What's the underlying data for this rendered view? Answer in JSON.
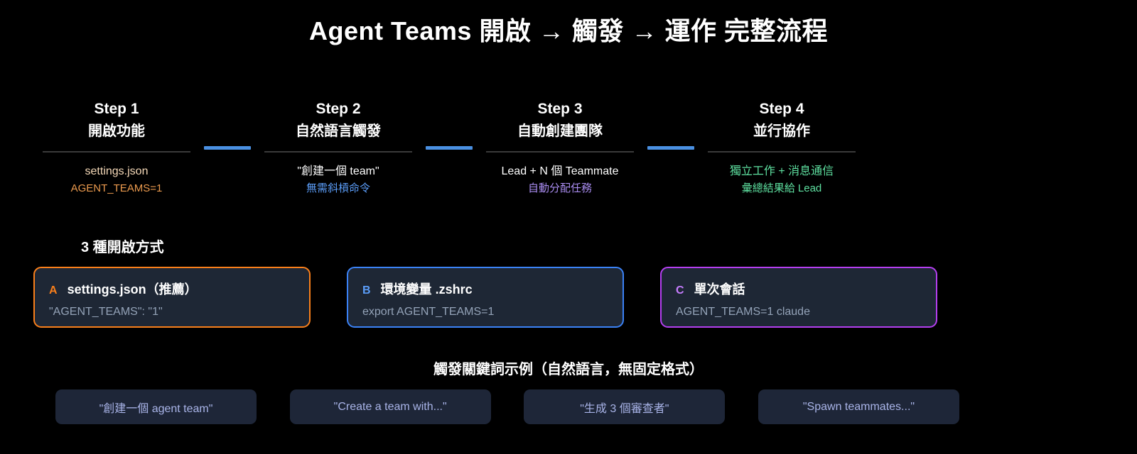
{
  "header": {
    "title": "Agent Teams 開啟 → 觸發 → 運作 完整流程"
  },
  "flow": {
    "connector_color": "#4a90e2",
    "steps": [
      {
        "step_label": "Step 1",
        "step_name": "開啟功能",
        "line1": "settings.json",
        "line2": "AGENT_TEAMS=1",
        "line1_color": "#f5d9b8",
        "line2_color": "#eb9a4e"
      },
      {
        "step_label": "Step 2",
        "step_name": "自然語言觸發",
        "line1": "\"創建一個 team\"",
        "line2": "無需斜槓命令",
        "line1_color": "#ffffff",
        "line2_color": "#5b9df8"
      },
      {
        "step_label": "Step 3",
        "step_name": "自動創建團隊",
        "line1": "Lead + N 個 Teammate",
        "line2": "自動分配任務",
        "line1_color": "#ffffff",
        "line2_color": "#a98cf0"
      },
      {
        "step_label": "Step 4",
        "step_name": "並行協作",
        "line1": "獨立工作 + 消息通信",
        "line2": "彙總結果給 Lead",
        "line1_color": "#5ee0a0",
        "line2_color": "#5ee0a0"
      }
    ]
  },
  "methods": {
    "heading": "3 種開啟方式",
    "cards": [
      {
        "letter": "A",
        "title": "settings.json（推薦）",
        "code": "\"AGENT_TEAMS\": \"1\"",
        "accent": "#f97f1b"
      },
      {
        "letter": "B",
        "title": "環境變量 .zshrc",
        "code": "export AGENT_TEAMS=1",
        "accent": "#3b82f6"
      },
      {
        "letter": "C",
        "title": "單次會話",
        "code": "AGENT_TEAMS=1 claude",
        "accent": "#b43ff0"
      }
    ]
  },
  "keywords": {
    "heading": "觸發關鍵詞示例（自然語言，無固定格式）",
    "pills": [
      "\"創建一個 agent team\"",
      "\"Create a team with...\"",
      "\"生成 3 個審查者\"",
      "\"Spawn teammates...\""
    ]
  }
}
